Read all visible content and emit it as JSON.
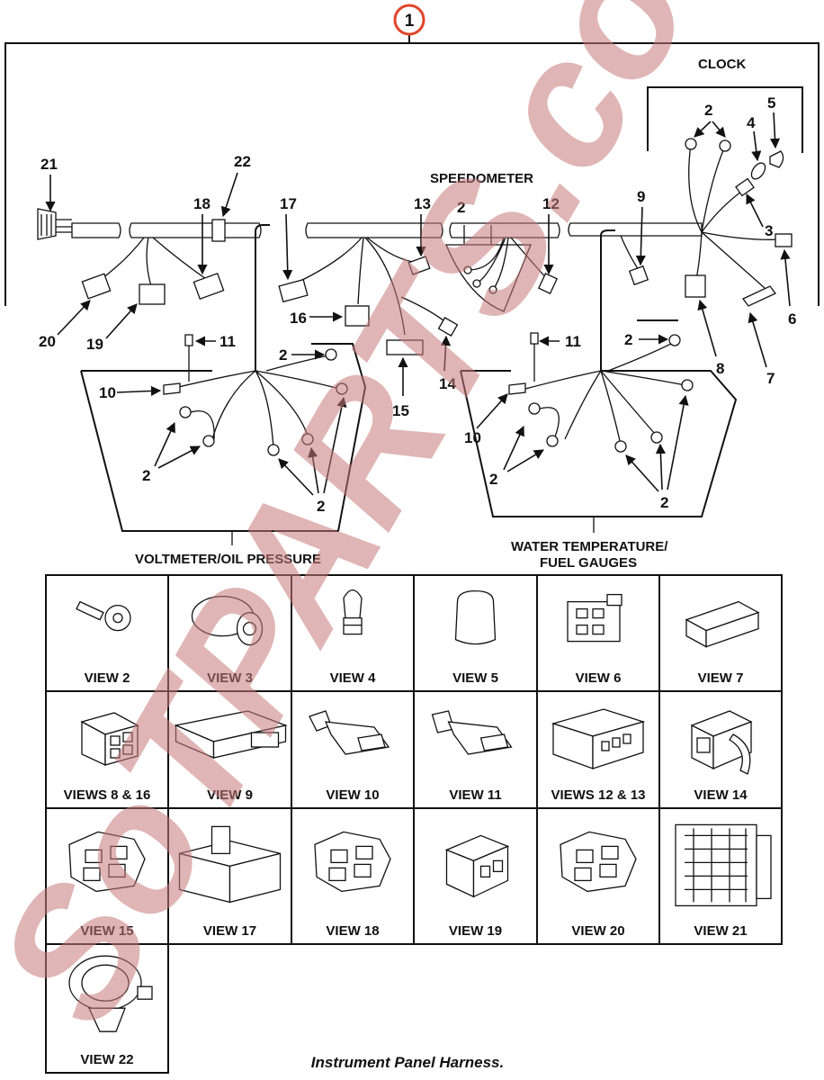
{
  "callout": "1",
  "section_labels": {
    "clock": "CLOCK",
    "speedometer": "SPEEDOMETER",
    "voltmeter": "VOLTMETER/OIL PRESSURE",
    "water_temp_line1": "WATER TEMPERATURE/",
    "water_temp_line2": "FUEL GAUGES"
  },
  "part_numbers": {
    "p1": "2",
    "p2": "5",
    "p3": "4",
    "p4": "3",
    "p5": "6",
    "p6": "7",
    "p7": "8",
    "p8": "9",
    "p9": "12",
    "p10": "2",
    "p11": "13",
    "p12": "14",
    "p13": "15",
    "p14": "16",
    "p15": "17",
    "p16": "18",
    "p17": "22",
    "p18": "21",
    "p19": "20",
    "p20": "19",
    "p21": "11",
    "p22": "10",
    "p23": "2",
    "p24": "2",
    "p25": "2",
    "p26": "11",
    "p27": "10",
    "p28": "2",
    "p29": "2",
    "p30": "2"
  },
  "views": [
    {
      "label": "VIEW 2"
    },
    {
      "label": "VIEW 3"
    },
    {
      "label": "VIEW 4"
    },
    {
      "label": "VIEW 5"
    },
    {
      "label": "VIEW 6"
    },
    {
      "label": "VIEW 7"
    },
    {
      "label": "VIEWS 8 & 16"
    },
    {
      "label": "VIEW 9"
    },
    {
      "label": "VIEW 10"
    },
    {
      "label": "VIEW 11"
    },
    {
      "label": "VIEWS 12 & 13"
    },
    {
      "label": "VIEW 14"
    },
    {
      "label": "VIEW 15"
    },
    {
      "label": "VIEW 17"
    },
    {
      "label": "VIEW 18"
    },
    {
      "label": "VIEW 19"
    },
    {
      "label": "VIEW 20"
    },
    {
      "label": "VIEW 21"
    },
    {
      "label": "VIEW 22"
    }
  ],
  "caption": "Instrument Panel Harness.",
  "watermark": "SoTPARTS.com",
  "accent_color": "#e0452a",
  "watermark_color": "#c77a7a"
}
